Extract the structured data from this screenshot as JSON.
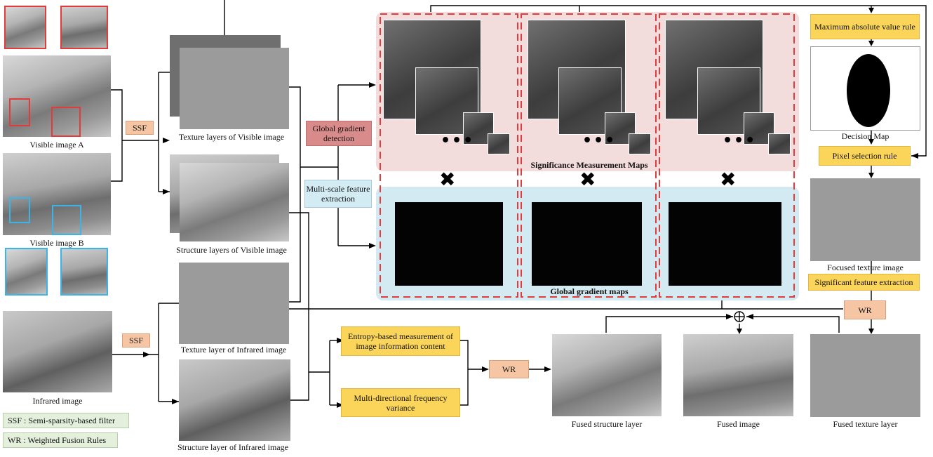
{
  "labels": {
    "visible_a": "Visible image A",
    "visible_b": "Visible image B",
    "infrared": "Infrared image",
    "tex_vis": "Texture layers of Visible image",
    "str_vis": "Structure layers of Visible image",
    "tex_ir": "Texture layer of Infrared image",
    "str_ir": "Structure layer of Infrared image",
    "sig_maps": "Significance Measurement Maps",
    "grad_maps": "Global gradient maps",
    "decision_map": "Decision Map",
    "focused_texture": "Focused texture image",
    "fused_structure": "Fused structure layer",
    "fused_image": "Fused image",
    "fused_texture": "Fused texture layer"
  },
  "boxes": {
    "ssf": "SSF",
    "global_gradient": "Global gradient detection",
    "multiscale": "Multi-scale feature extraction",
    "max_abs": "Maximum absolute value rule",
    "pixel_sel": "Pixel selection rule",
    "sig_feat": "Significant feature extraction",
    "wr": "WR",
    "entropy": "Entropy-based measurement of image information content",
    "multidir": "Multi-directional frequency variance"
  },
  "symbols": {
    "times": "✖",
    "dots": "•••",
    "oplus": "⊕"
  },
  "legend": {
    "ssf": "SSF : Semi-sparsity-based filter",
    "wr": "WR : Weighted Fusion Rules"
  },
  "colors": {
    "pink_panel": "#f3dcdc",
    "blue_panel": "#d4eaf2",
    "dashed": "#e33b3b",
    "orange": "#f6c6a4",
    "yellow": "#fbd55a"
  }
}
